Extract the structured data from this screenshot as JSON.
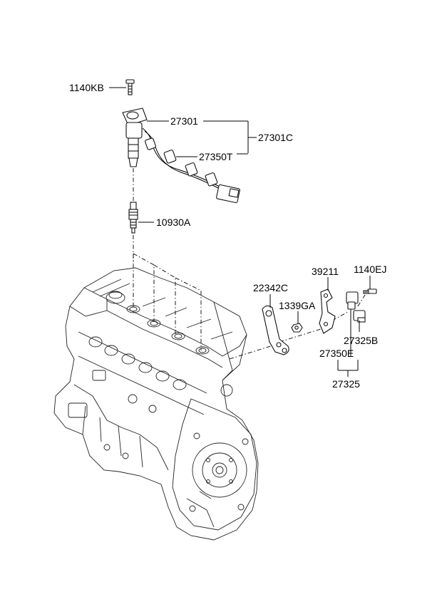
{
  "labels": {
    "p1140KB": "1140KB",
    "p27301": "27301",
    "p27301C": "27301C",
    "p27350T": "27350T",
    "p10930A": "10930A",
    "p39211": "39211",
    "p1140EJ": "1140EJ",
    "p22342C": "22342C",
    "p1339GA": "1339GA",
    "p27325B": "27325B",
    "p27350E": "27350E",
    "p27325": "27325"
  }
}
